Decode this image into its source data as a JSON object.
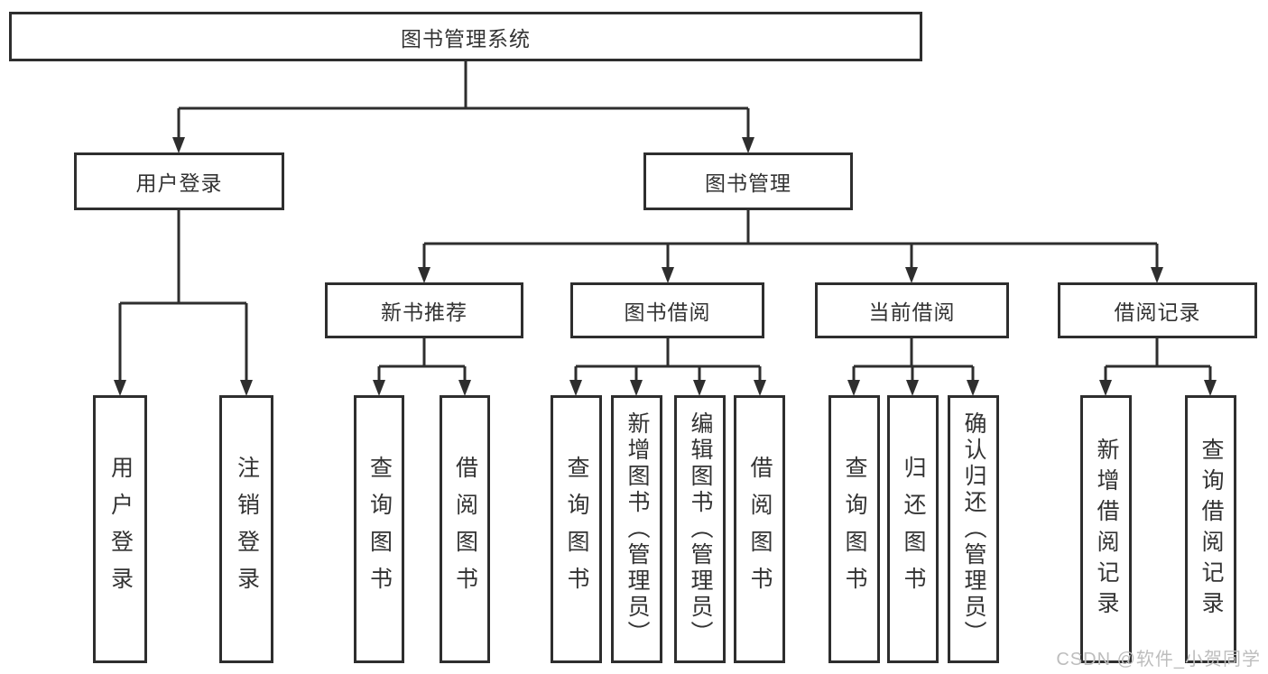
{
  "tree": {
    "label": "图书管理系统",
    "children": [
      {
        "label": "用户登录",
        "children": [
          {
            "label": "用户登录"
          },
          {
            "label": "注销登录"
          }
        ]
      },
      {
        "label": "图书管理",
        "children": [
          {
            "label": "新书推荐",
            "children": [
              {
                "label": "查询图书"
              },
              {
                "label": "借阅图书"
              }
            ]
          },
          {
            "label": "图书借阅",
            "children": [
              {
                "label": "查询图书"
              },
              {
                "label": "新增图书（管理员）"
              },
              {
                "label": "编辑图书（管理员）"
              },
              {
                "label": "借阅图书"
              }
            ]
          },
          {
            "label": "当前借阅",
            "children": [
              {
                "label": "查询图书"
              },
              {
                "label": "归还图书"
              },
              {
                "label": "确认归还（管理员）"
              }
            ]
          },
          {
            "label": "借阅记录",
            "children": [
              {
                "label": "新增借阅记录"
              },
              {
                "label": "查询借阅记录"
              }
            ]
          }
        ]
      }
    ]
  },
  "watermark": "CSDN @软件_小贺同学",
  "colors": {
    "line": "#2e2e2e",
    "text": "#333333",
    "background": "#ffffff",
    "watermark": "#bdbdbd"
  }
}
